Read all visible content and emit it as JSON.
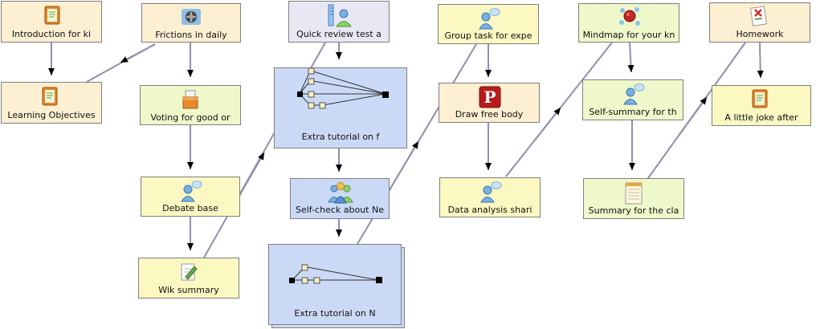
{
  "nodes": {
    "intro": "Introduction for ki",
    "learning_objectives": "Learning Objectives",
    "frictions": "Frictions in daily",
    "voting": "Voting for good or",
    "debate": "Debate base",
    "wik": "Wik summary",
    "quick_review": "Quick review test a",
    "extra_tutorial_f": "Extra tutorial on f",
    "self_check": "Self-check about Ne",
    "extra_tutorial_n": "Extra tutorial on N",
    "group_task": "Group task for expe",
    "draw_free_body": "Draw free body",
    "data_analysis": "Data analysis shari",
    "mindmap": "Mindmap for your kn",
    "self_summary": "Self-summary for th",
    "summary_cla": "Summary for the cla",
    "homework": "Homework",
    "little_joke": "A little joke after"
  },
  "icons": {
    "intro": "notebook-icon",
    "learning_objectives": "notebook-icon",
    "frictions": "film-reel-icon",
    "voting": "ballot-box-icon",
    "debate": "chat-bubbles-icon",
    "wik": "pencil-note-icon",
    "quick_review": "test-tube-icon",
    "self_check": "group-icon",
    "group_task": "chat-bubbles-icon",
    "draw_free_body": "letter-p-icon",
    "data_analysis": "chat-bubbles-icon",
    "mindmap": "mindmap-bubbles-icon",
    "self_summary": "chat-bubbles-icon",
    "summary_cla": "notepad-icon",
    "homework": "checklist-icon",
    "little_joke": "notebook-icon"
  },
  "colors": {
    "peach": "#fcefd2",
    "yellow": "#fbf8c2",
    "green": "#eef8cb",
    "lavender": "#e8e8f4",
    "blue": "#cadaf6",
    "connector": "#8888aa"
  }
}
